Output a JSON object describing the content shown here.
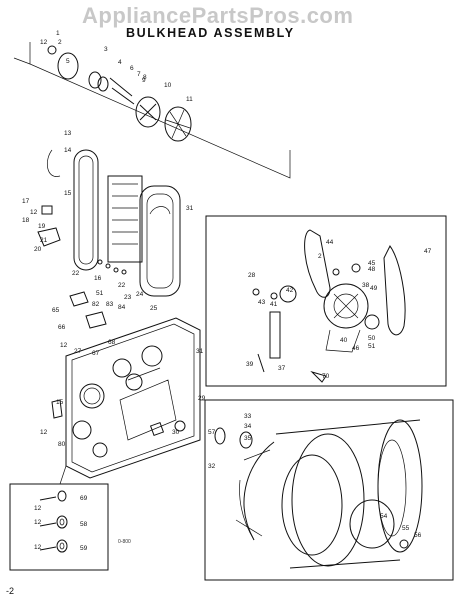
{
  "watermark": "AppliancePartsPros.com",
  "title": "BULKHEAD ASSEMBLY",
  "footer_page": "-2",
  "small_code": "0-800",
  "part_labels": [
    {
      "text": "1"
    },
    {
      "text": "2"
    },
    {
      "text": "3"
    },
    {
      "text": "4"
    },
    {
      "text": "5"
    },
    {
      "text": "6"
    },
    {
      "text": "7"
    },
    {
      "text": "8"
    },
    {
      "text": "9"
    },
    {
      "text": "10"
    },
    {
      "text": "11"
    },
    {
      "text": "12"
    },
    {
      "text": "13"
    },
    {
      "text": "14"
    },
    {
      "text": "15"
    },
    {
      "text": "17"
    },
    {
      "text": "12"
    },
    {
      "text": "18"
    },
    {
      "text": "19"
    },
    {
      "text": "20"
    },
    {
      "text": "21"
    },
    {
      "text": "22"
    },
    {
      "text": "16"
    },
    {
      "text": "22"
    },
    {
      "text": "23"
    },
    {
      "text": "24"
    },
    {
      "text": "25"
    },
    {
      "text": "31"
    },
    {
      "text": "51"
    },
    {
      "text": "82"
    },
    {
      "text": "83"
    },
    {
      "text": "84"
    },
    {
      "text": "65"
    },
    {
      "text": "66"
    },
    {
      "text": "12"
    },
    {
      "text": "67"
    },
    {
      "text": "68"
    },
    {
      "text": "27"
    },
    {
      "text": "31"
    },
    {
      "text": "15"
    },
    {
      "text": "12"
    },
    {
      "text": "80"
    },
    {
      "text": "30"
    },
    {
      "text": "29"
    },
    {
      "text": "33"
    },
    {
      "text": "34"
    },
    {
      "text": "35"
    },
    {
      "text": "57"
    },
    {
      "text": "32"
    },
    {
      "text": "54"
    },
    {
      "text": "55"
    },
    {
      "text": "56"
    },
    {
      "text": "69"
    },
    {
      "text": "12"
    },
    {
      "text": "58"
    },
    {
      "text": "12"
    },
    {
      "text": "59"
    },
    {
      "text": "12"
    },
    {
      "text": "44"
    },
    {
      "text": "47"
    },
    {
      "text": "45"
    },
    {
      "text": "2"
    },
    {
      "text": "48"
    },
    {
      "text": "28"
    },
    {
      "text": "42"
    },
    {
      "text": "41"
    },
    {
      "text": "43"
    },
    {
      "text": "38"
    },
    {
      "text": "49"
    },
    {
      "text": "40"
    },
    {
      "text": "50"
    },
    {
      "text": "51"
    },
    {
      "text": "46"
    },
    {
      "text": "39"
    },
    {
      "text": "37"
    },
    {
      "text": "70"
    }
  ]
}
